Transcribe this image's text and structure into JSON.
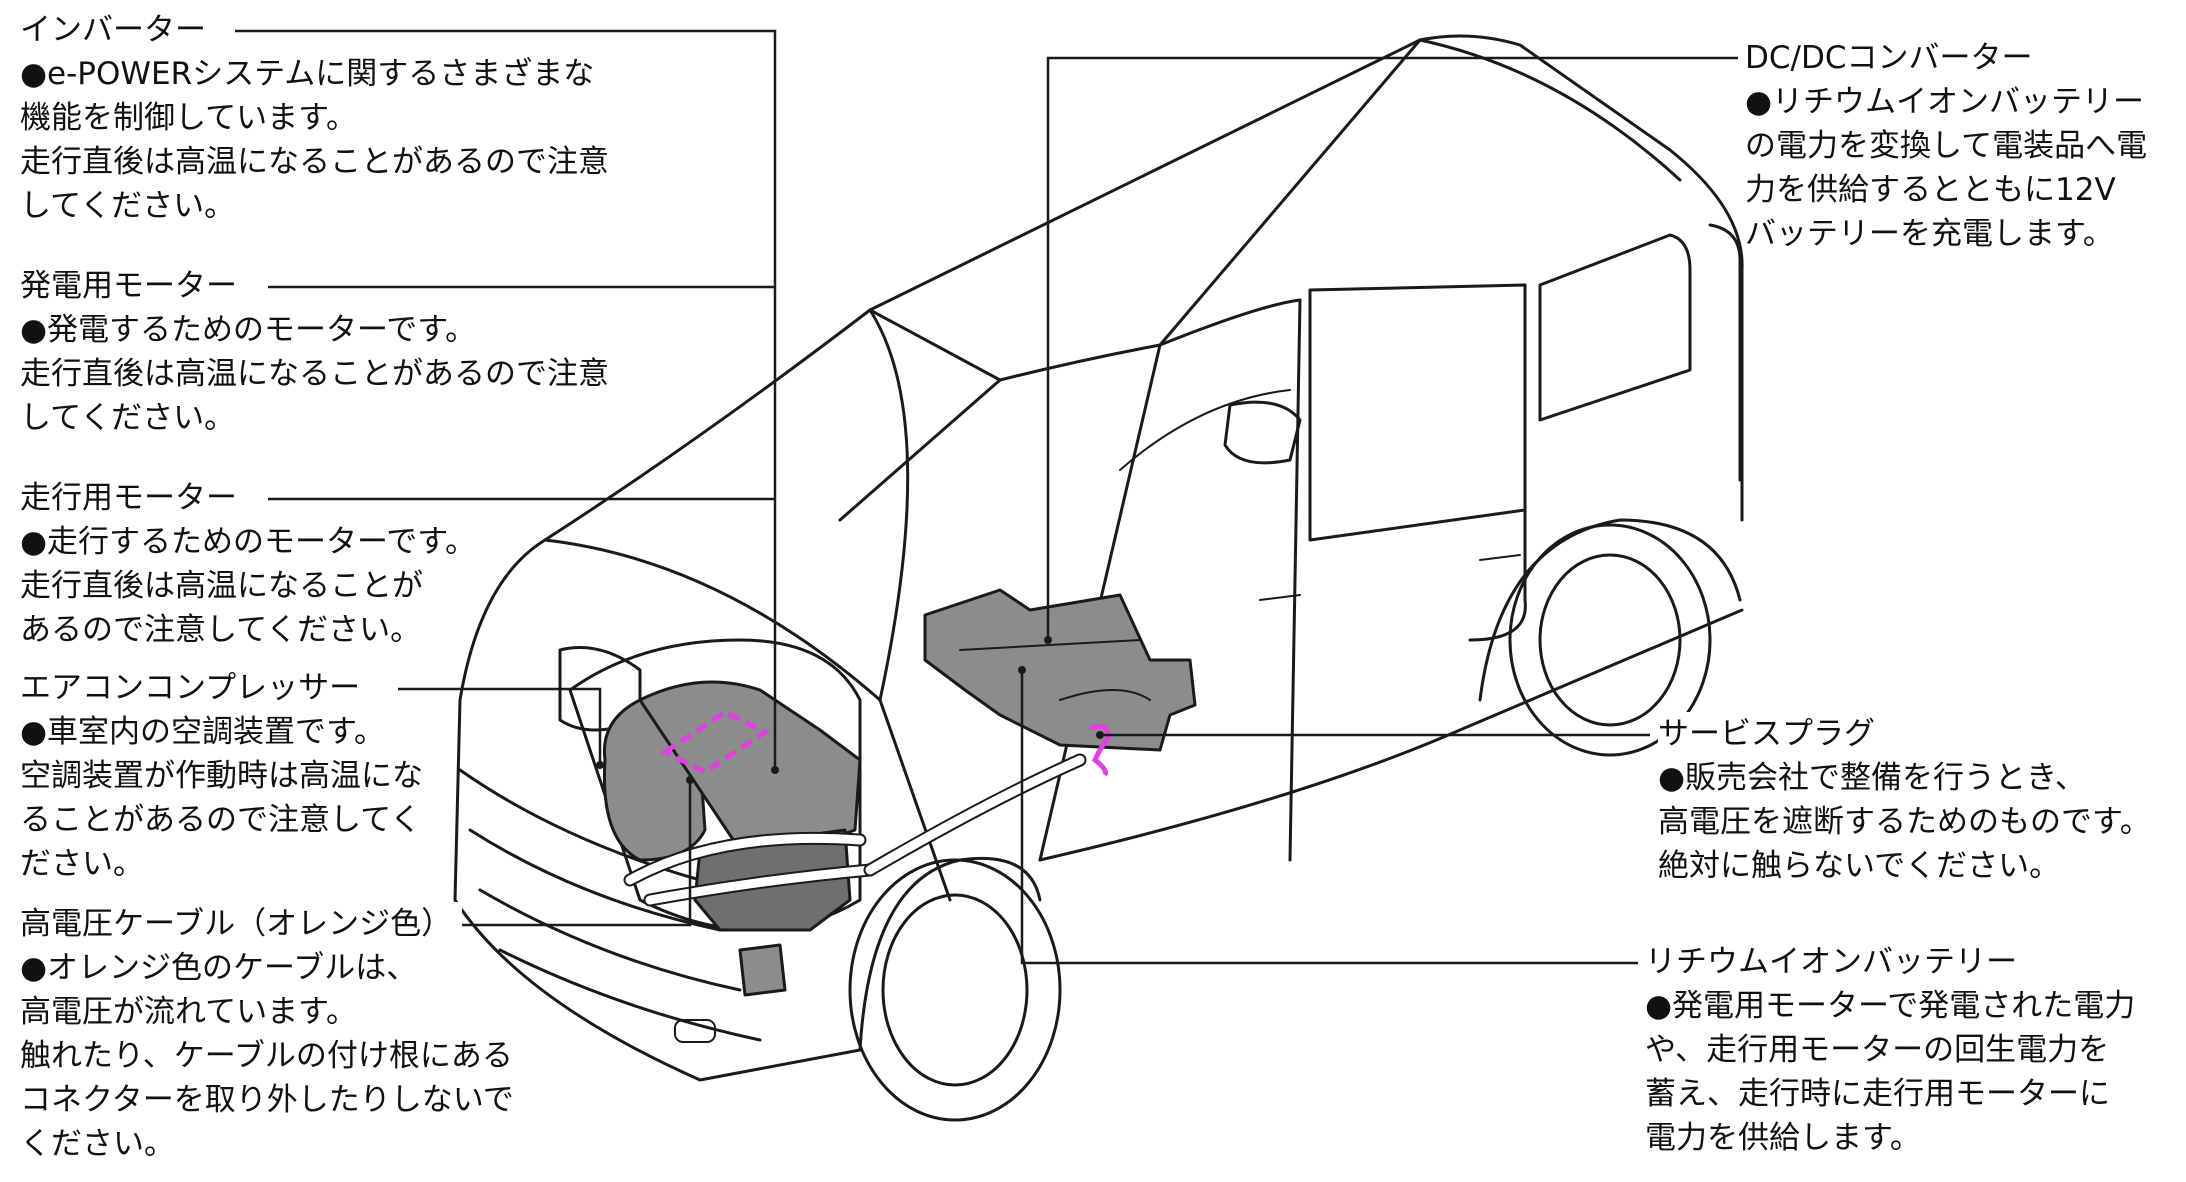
{
  "labels": {
    "inverter": {
      "title": "インバーター",
      "lines": [
        "●e-POWERシステムに関するさまざまな",
        "機能を制御しています。",
        "走行直後は高温になることがあるので注意",
        "してください。"
      ]
    },
    "generator_motor": {
      "title": "発電用モーター",
      "lines": [
        "●発電するためのモーターです。",
        "走行直後は高温になることがあるので注意",
        "してください。"
      ]
    },
    "traction_motor": {
      "title": "走行用モーター",
      "lines": [
        "●走行するためのモーターです。",
        "走行直後は高温になることが",
        "あるので注意してください。"
      ]
    },
    "ac_compressor": {
      "title": "エアコンコンプレッサー",
      "lines": [
        "●車室内の空調装置です。",
        "空調装置が作動時は高温にな",
        "ることがあるので注意してく",
        "ださい。"
      ]
    },
    "hv_cable": {
      "title": "高電圧ケーブル（オレンジ色）",
      "lines": [
        "●オレンジ色のケーブルは、",
        "高電圧が流れています。",
        "触れたり、ケーブルの付け根にある",
        "コネクターを取り外したりしないで",
        "ください。"
      ]
    },
    "dcdc": {
      "title": "DC/DCコンバーター",
      "lines": [
        "●リチウムイオンバッテリー",
        "の電力を変換して電装品へ電",
        "力を供給するとともに12V",
        "バッテリーを充電します。"
      ]
    },
    "service_plug": {
      "title": "サービスプラグ",
      "lines": [
        "●販売会社で整備を行うとき、",
        "高電圧を遮断するためのものです。",
        "絶対に触らないでください。"
      ]
    },
    "battery": {
      "title": "リチウムイオンバッテリー",
      "lines": [
        "●発電用モーターで発電された電力",
        "や、走行用モーターの回生電力を",
        "蓄え、走行時に走行用モーターに",
        "電力を供給します。"
      ]
    }
  },
  "colors": {
    "line": "#1a1a1a",
    "component_fill": "#8c8c8c",
    "hv_highlight": "#e040e0"
  }
}
